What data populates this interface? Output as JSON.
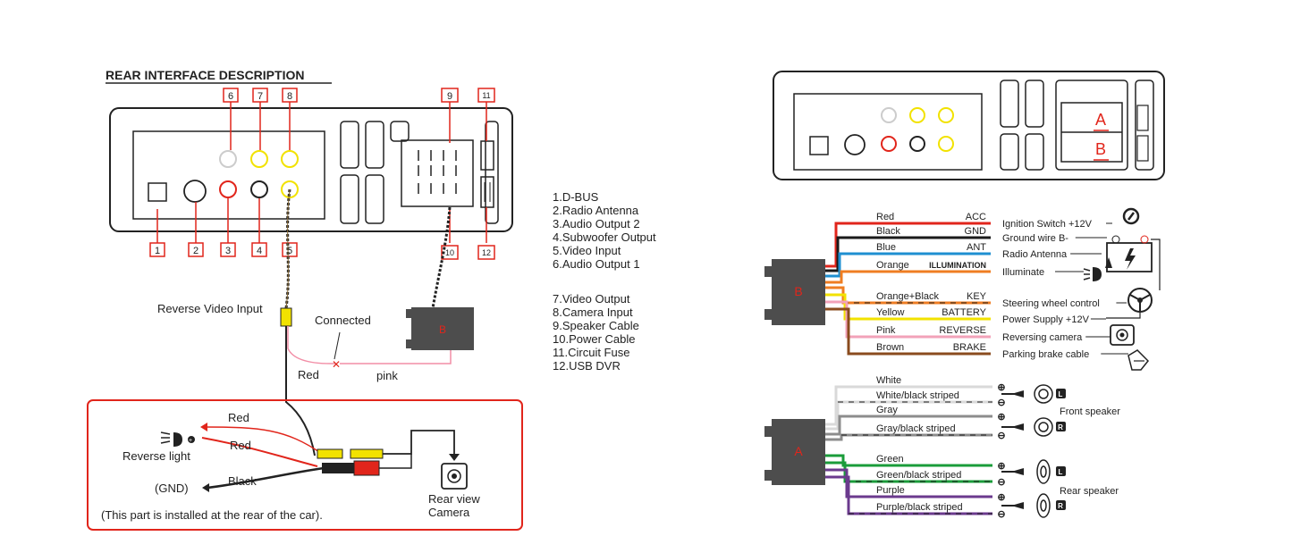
{
  "left_panel": {
    "title": "REAR INTERFACE DESCRIPTION",
    "callouts_top": [
      "6",
      "7",
      "8",
      "9",
      "11"
    ],
    "callouts_bottom": [
      "1",
      "2",
      "3",
      "4",
      "5",
      "10",
      "12"
    ],
    "reverse_video_input": "Reverse Video Input",
    "connected": "Connected",
    "red": "Red",
    "pink": "pink",
    "connector_b": "B",
    "inset": {
      "red_1": "Red",
      "red_2": "Red",
      "black": "Black",
      "reverse_light": "Reverse light",
      "gnd": "(GND)",
      "rear_view_camera_1": "Rear view",
      "rear_view_camera_2": "Camera",
      "note": "(This part is installed at the rear of the car)."
    }
  },
  "legend": [
    "1.D-BUS",
    "2.Radio Antenna",
    "3.Audio Output 2",
    "4.Subwoofer Output",
    "5.Video Input",
    "6.Audio Output 1",
    "7.Video Output",
    "8.Camera Input",
    "9.Speaker Cable",
    "10.Power Cable",
    "11.Circuit Fuse",
    "12.USB DVR"
  ],
  "right_panel": {
    "connector_a": "A",
    "connector_b": "B",
    "b_wires": [
      {
        "color_name": "Red",
        "signal": "ACC",
        "dest": "Ignition Switch +12V",
        "color": "#e1251b"
      },
      {
        "color_name": "Black",
        "signal": "GND",
        "dest": "Ground wire B-",
        "color": "#1a1a1a"
      },
      {
        "color_name": "Blue",
        "signal": "ANT",
        "dest": "Radio Antenna",
        "color": "#1e8fd1"
      },
      {
        "color_name": "Orange",
        "signal": "ILLUMINATION",
        "dest": "Illuminate",
        "color": "#ef7d22"
      },
      {
        "color_name": "Orange+Black",
        "signal": "KEY",
        "dest": "Steering wheel control",
        "color": "#ef7d22"
      },
      {
        "color_name": "Yellow",
        "signal": "BATTERY",
        "dest": "Power Supply +12V",
        "color": "#f2e200"
      },
      {
        "color_name": "Pink",
        "signal": "REVERSE",
        "dest": "Reversing camera",
        "color": "#f2a2b8"
      },
      {
        "color_name": "Brown",
        "signal": "BRAKE",
        "dest": "Parking brake cable",
        "color": "#8a4b1e"
      }
    ],
    "a_wires": [
      {
        "label": "White",
        "color": "#d9d9d9"
      },
      {
        "label": "White/black striped",
        "color": "#d9d9d9"
      },
      {
        "label": "Gray",
        "color": "#8c8c8c"
      },
      {
        "label": "Gray/black striped",
        "color": "#8c8c8c"
      },
      {
        "label": "Green",
        "color": "#1a9c3a"
      },
      {
        "label": "Green/black striped",
        "color": "#1a9c3a"
      },
      {
        "label": "Purple",
        "color": "#6b3a8e"
      },
      {
        "label": "Purple/black striped",
        "color": "#6b3a8e"
      }
    ],
    "front_speaker": "Front speaker",
    "rear_speaker": "Rear speaker",
    "speaker_left": "L",
    "speaker_right": "R"
  },
  "colors": {
    "accent_red": "#e1251b",
    "connector_gray": "#4d4d4d",
    "pink": "#f28ea6"
  }
}
